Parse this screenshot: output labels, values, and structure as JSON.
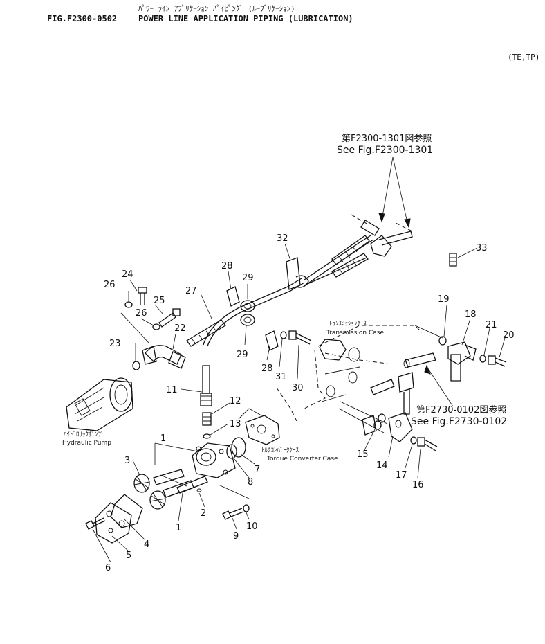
{
  "header": {
    "jp_title": "ﾊﾟﾜｰ ﾗｲﾝ ｱﾌﾟﾘｹｰｼｮﾝ ﾊﾟｲﾋﾟﾝｸﾞ (ﾙｰﾌﾞﾘｹｰｼｮﾝ)",
    "fig_number": "FIG.F2300-0502",
    "title": "POWER LINE APPLICATION PIPING (LUBRICATION)",
    "model": "(TE,TP)"
  },
  "references": {
    "top_jp": "第F2300-1301図参照",
    "top_en": "See Fig.F2300-1301",
    "right_jp": "第F2730-0102図参照",
    "right_en": "See Fig.F2730-0102"
  },
  "labels": {
    "pump_jp": "ﾊｲﾄﾞﾛﾘｯｸﾎﾟﾝﾌﾟ",
    "pump_en": "Hydraulic Pump",
    "transmission_jp": "ﾄﾗﾝｽﾐｯｼｮﾝｹｰｽ",
    "transmission_en": "Transmission Case",
    "torque_jp": "ﾄﾙｸｺﾝﾊﾞｰﾀｹｰｽ",
    "torque_en": "Torque Converter Case"
  },
  "part_numbers": [
    "1",
    "1",
    "2",
    "3",
    "4",
    "5",
    "6",
    "7",
    "8",
    "9",
    "10",
    "11",
    "12",
    "13",
    "14",
    "15",
    "16",
    "17",
    "18",
    "19",
    "20",
    "21",
    "22",
    "23",
    "24",
    "25",
    "26",
    "26",
    "27",
    "28",
    "28",
    "29",
    "29",
    "30",
    "31",
    "32",
    "33"
  ]
}
